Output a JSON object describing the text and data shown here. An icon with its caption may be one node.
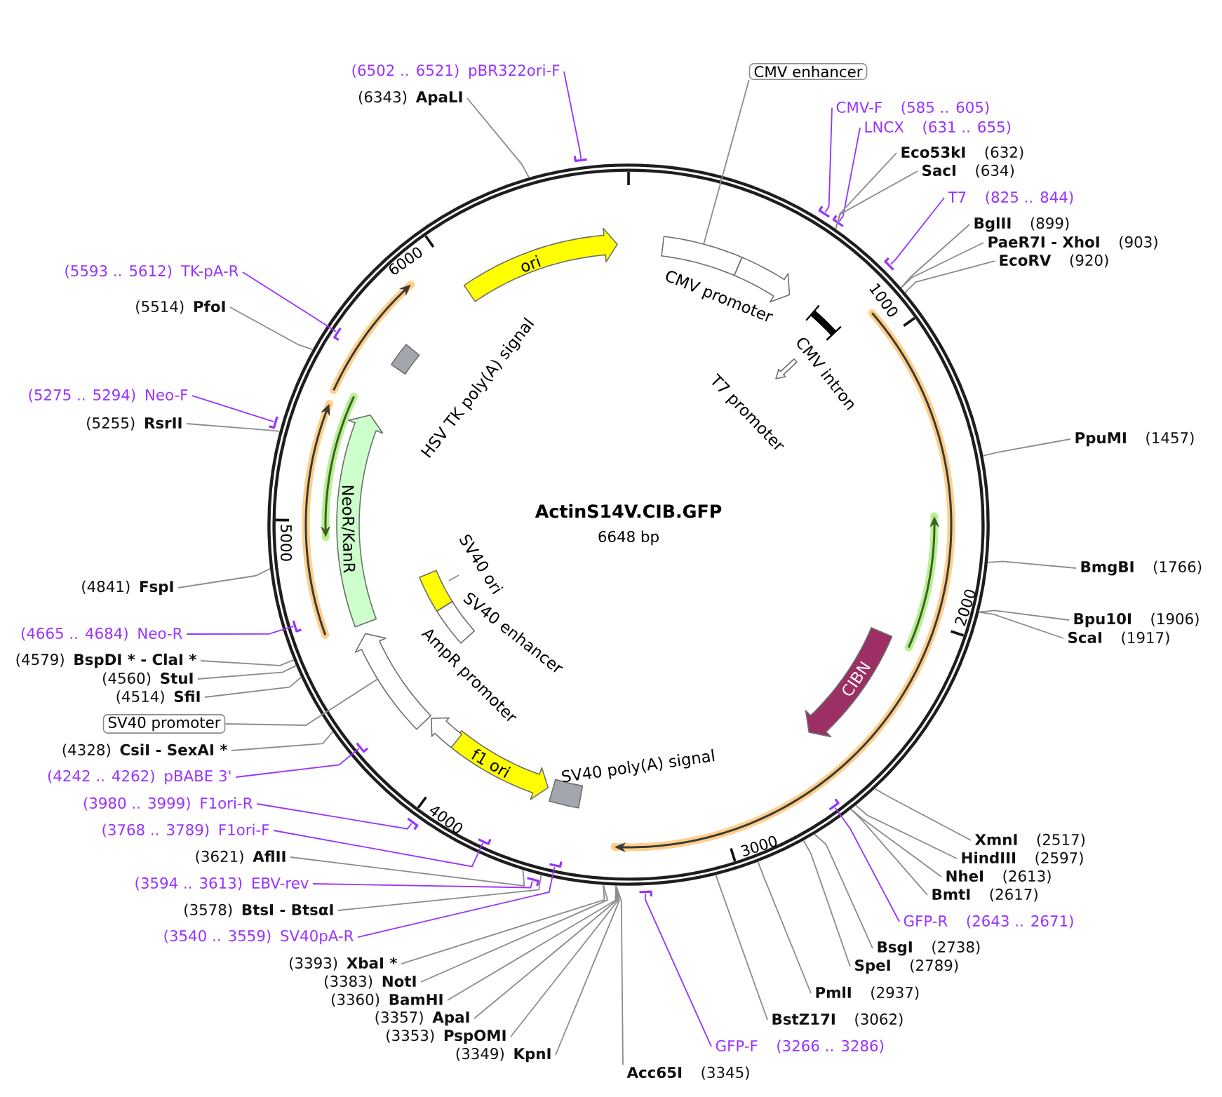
{
  "diagram": {
    "nodes": [
      {
        "text": [
          "ActinS14V.CIB.GFP",
          "6648 bp"
        ]
      },
      {
        "text": [],
        "shape": "box",
        "in": 0
      },
      {
        "text": [],
        "shape": "arrow",
        "beside": [
          "CMV promoter"
        ],
        "in": 0
      },
      {
        "text": [],
        "shape": "bar",
        "beside": [
          "CMV intron"
        ],
        "in": 0
      },
      {
        "text": [],
        "shape": "arrow",
        "beside": [
          "T7 promoter"
        ],
        "in": 0
      },
      {
        "text": [
          "CIBN"
        ],
        "in": 0
      },
      {
        "text": [],
        "shape": "box",
        "beside": [
          "SV40 poly(A) signal"
        ],
        "in": 0
      },
      {
        "text": [
          "f1 ori"
        ],
        "in": 0
      },
      {
        "text": [],
        "shape": "arrow",
        "beside": [
          "AmpR promoter"
        ],
        "in": 0
      },
      {
        "text": [],
        "shape": "arrow",
        "in": 0
      },
      {
        "text": [],
        "shape": "box",
        "beside": [
          "SV40 enhancer"
        ],
        "in": 0
      },
      {
        "text": [],
        "shape": "box",
        "beside": [
          "SV40 ori"
        ],
        "in": 0
      },
      {
        "text": [
          "NeoR/KanR"
        ],
        "in": 0
      },
      {
        "text": [],
        "shape": "box",
        "beside": [
          "HSV TK poly(A) signal"
        ],
        "in": 0
      },
      {
        "text": [
          "ori"
        ],
        "in": 0
      },
      {
        "text": [
          "CMV enhancer"
        ]
      },
      {
        "text": [
          "CMV-F",
          "(585 .. 605)"
        ]
      },
      {
        "text": [],
        "shape": "bar"
      },
      {
        "text": [
          "LNCX",
          "(631 .. 655)"
        ]
      },
      {
        "text": [],
        "shape": "bar"
      },
      {
        "text": [
          "Eco53kI",
          "(632)"
        ]
      },
      {
        "text": [
          "SacI",
          "(634)"
        ]
      },
      {
        "text": [
          "T7",
          "(825 .. 844)"
        ]
      },
      {
        "text": [],
        "shape": "bar"
      },
      {
        "text": [
          "BglII",
          "(899)"
        ]
      },
      {
        "text": [
          "PaeR7I - XhoI",
          "(903)"
        ]
      },
      {
        "text": [
          "EcoRV",
          "(920)"
        ]
      },
      {
        "text": [
          "PpuMI",
          "(1457)"
        ]
      },
      {
        "text": [
          "BmgBI",
          "(1766)"
        ]
      },
      {
        "text": [
          "Bpu10I",
          "(1906)"
        ]
      },
      {
        "text": [
          "ScaI",
          "(1917)"
        ]
      },
      {
        "text": [
          "XmnI",
          "(2517)"
        ]
      },
      {
        "text": [
          "HindIII",
          "(2597)"
        ]
      },
      {
        "text": [
          "NheI",
          "(2613)"
        ]
      },
      {
        "text": [
          "BmtI",
          "(2617)"
        ]
      },
      {
        "text": [
          "GFP-R",
          "(2643 .. 2671)"
        ]
      },
      {
        "text": [],
        "shape": "bar",
        "in": 0
      },
      {
        "text": [
          "BsgI",
          "(2738)"
        ]
      },
      {
        "text": [
          "SpeI",
          "(2789)"
        ]
      },
      {
        "text": [
          "PmlI",
          "(2937)"
        ]
      },
      {
        "text": [
          "BstZ17I",
          "(3062)"
        ]
      },
      {
        "text": [
          "GFP-F",
          "(3266 .. 3286)"
        ]
      },
      {
        "text": [],
        "shape": "bar"
      },
      {
        "text": [
          "Acc65I",
          "(3345)"
        ]
      },
      {
        "text": [
          "(3349)",
          "KpnI"
        ]
      },
      {
        "text": [
          "(3353)",
          "PspOMI"
        ]
      },
      {
        "text": [
          "(3357)",
          "ApaI"
        ]
      },
      {
        "text": [
          "(3360)",
          "BamHI"
        ]
      },
      {
        "text": [
          "(3383)",
          "NotI"
        ]
      },
      {
        "text": [
          "(3393)",
          "XbaI *"
        ]
      },
      {
        "text": [
          "(3540 .. 3559)",
          "SV40pA-R"
        ]
      },
      {
        "text": [],
        "shape": "bar",
        "in": 0
      },
      {
        "text": [
          "(3578)",
          "BtsI - BtsαI"
        ]
      },
      {
        "text": [
          "(3594 .. 3613)",
          "EBV-rev"
        ]
      },
      {
        "text": [],
        "shape": "bar"
      },
      {
        "text": [
          "(3621)",
          "AflII"
        ]
      },
      {
        "text": [
          "(3768 .. 3789)",
          "F1ori-F"
        ]
      },
      {
        "text": [],
        "shape": "bar",
        "in": 0
      },
      {
        "text": [
          "(3980 .. 3999)",
          "F1ori-R"
        ]
      },
      {
        "text": [],
        "shape": "bar"
      },
      {
        "text": [
          "(4242 .. 4262)",
          "pBABE 3'"
        ]
      },
      {
        "text": [],
        "shape": "bar",
        "in": 0
      },
      {
        "text": [
          "(4328)",
          "CsiI - SexAI *"
        ]
      },
      {
        "text": [
          "SV40 promoter"
        ]
      },
      {
        "text": [
          "(4514)",
          "SfiI"
        ]
      },
      {
        "text": [
          "(4560)",
          "StuI"
        ]
      },
      {
        "text": [
          "(4579)",
          "BspDI * - ClaI *"
        ]
      },
      {
        "text": [
          "(4665 .. 4684)",
          "Neo-R"
        ]
      },
      {
        "text": [],
        "shape": "bar",
        "in": 0
      },
      {
        "text": [
          "(4841)",
          "FspI"
        ]
      },
      {
        "text": [
          "(5255)",
          "RsrII"
        ]
      },
      {
        "text": [
          "(5275 .. 5294)",
          "Neo-F"
        ]
      },
      {
        "text": [],
        "shape": "bar"
      },
      {
        "text": [
          "(5514)",
          "PfoI"
        ]
      },
      {
        "text": [
          "(5593 .. 5612)",
          "TK-pA-R"
        ]
      },
      {
        "text": [],
        "shape": "bar",
        "in": 0
      },
      {
        "text": [
          "(6343)",
          "ApaLI"
        ]
      },
      {
        "text": [
          "(6502 .. 6521)",
          "pBR322ori-F"
        ]
      },
      {
        "text": [],
        "shape": "bar"
      }
    ],
    "edges": [
      {
        "from": 15,
        "to": 1,
        "arrow": "none"
      },
      {
        "from": 16,
        "to": 17,
        "arrow": "none",
        "color": "#9933ff"
      },
      {
        "from": 18,
        "to": 19,
        "arrow": "none",
        "color": "#9933ff"
      },
      {
        "from": 20,
        "to": 0,
        "arrow": "none"
      },
      {
        "from": 21,
        "to": 0,
        "arrow": "none"
      },
      {
        "from": 22,
        "to": 23,
        "arrow": "none",
        "color": "#9933ff"
      },
      {
        "from": 24,
        "to": 0,
        "arrow": "none"
      },
      {
        "from": 25,
        "to": 0,
        "arrow": "none"
      },
      {
        "from": 26,
        "to": 0,
        "arrow": "none"
      },
      {
        "from": 27,
        "to": 0,
        "arrow": "none"
      },
      {
        "from": 28,
        "to": 0,
        "arrow": "none"
      },
      {
        "from": 29,
        "to": 0,
        "arrow": "none"
      },
      {
        "from": 30,
        "to": 0,
        "arrow": "none"
      },
      {
        "from": 31,
        "to": 0,
        "arrow": "none"
      },
      {
        "from": 32,
        "to": 0,
        "arrow": "none"
      },
      {
        "from": 33,
        "to": 0,
        "arrow": "none"
      },
      {
        "from": 34,
        "to": 0,
        "arrow": "none"
      },
      {
        "from": 35,
        "to": 36,
        "arrow": "none",
        "color": "#9933ff"
      },
      {
        "from": 37,
        "to": 0,
        "arrow": "none"
      },
      {
        "from": 38,
        "to": 0,
        "arrow": "none"
      },
      {
        "from": 39,
        "to": 0,
        "arrow": "none"
      },
      {
        "from": 40,
        "to": 0,
        "arrow": "none"
      },
      {
        "from": 41,
        "to": 42,
        "arrow": "none",
        "color": "#9933ff"
      },
      {
        "from": 43,
        "to": 0,
        "arrow": "none"
      },
      {
        "from": 44,
        "to": 0,
        "arrow": "none"
      },
      {
        "from": 45,
        "to": 0,
        "arrow": "none"
      },
      {
        "from": 46,
        "to": 0,
        "arrow": "none"
      },
      {
        "from": 47,
        "to": 0,
        "arrow": "none"
      },
      {
        "from": 48,
        "to": 0,
        "arrow": "none"
      },
      {
        "from": 49,
        "to": 0,
        "arrow": "none"
      },
      {
        "from": 50,
        "to": 51,
        "arrow": "none",
        "color": "#9933ff"
      },
      {
        "from": 52,
        "to": 0,
        "arrow": "none"
      },
      {
        "from": 53,
        "to": 54,
        "arrow": "none",
        "color": "#9933ff"
      },
      {
        "from": 55,
        "to": 0,
        "arrow": "none"
      },
      {
        "from": 56,
        "to": 57,
        "arrow": "none",
        "color": "#9933ff"
      },
      {
        "from": 58,
        "to": 59,
        "arrow": "none",
        "color": "#9933ff"
      },
      {
        "from": 60,
        "to": 61,
        "arrow": "none",
        "color": "#9933ff"
      },
      {
        "from": 62,
        "to": 0,
        "arrow": "none"
      },
      {
        "from": 63,
        "to": 9,
        "arrow": "none"
      },
      {
        "from": 64,
        "to": 0,
        "arrow": "none"
      },
      {
        "from": 65,
        "to": 0,
        "arrow": "none"
      },
      {
        "from": 66,
        "to": 0,
        "arrow": "none"
      },
      {
        "from": 67,
        "to": 68,
        "arrow": "none",
        "color": "#9933ff"
      },
      {
        "from": 69,
        "to": 0,
        "arrow": "none"
      },
      {
        "from": 70,
        "to": 0,
        "arrow": "none"
      },
      {
        "from": 71,
        "to": 72,
        "arrow": "none",
        "color": "#9933ff"
      },
      {
        "from": 73,
        "to": 0,
        "arrow": "none"
      },
      {
        "from": 74,
        "to": 75,
        "arrow": "none",
        "color": "#9933ff"
      },
      {
        "from": 76,
        "to": 0,
        "arrow": "none"
      },
      {
        "from": 77,
        "to": 78,
        "arrow": "none",
        "color": "#9933ff"
      }
    ],
    "labels": [
      "1000",
      "2000",
      "3000",
      "4000",
      "5000",
      "6000"
    ]
  }
}
